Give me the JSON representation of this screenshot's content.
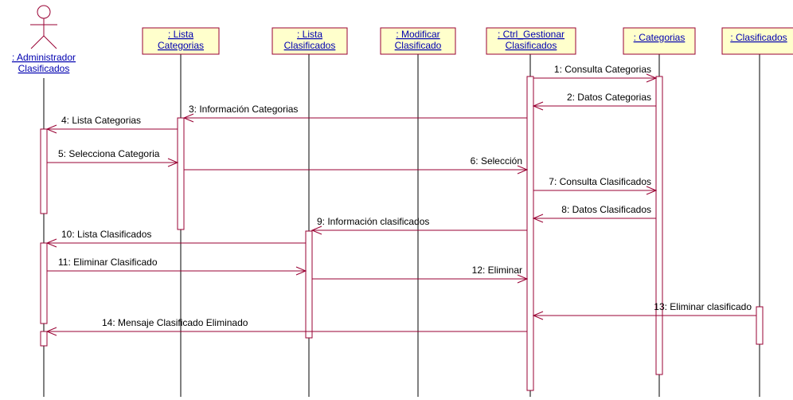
{
  "colors": {
    "object_fill": "#ffffcc",
    "object_border": "#990033",
    "object_text": "#0000b0",
    "message_line": "#990033",
    "lifeline": "#000000",
    "activation_border": "#990033"
  },
  "participants": [
    {
      "id": "administrador",
      "kind": "actor",
      "lines": [
        ": Administrador",
        "Clasificados"
      ],
      "icon": "actor-stick-figure-icon"
    },
    {
      "id": "lista-categorias",
      "kind": "object",
      "lines": [
        ": Lista",
        "Categorias"
      ]
    },
    {
      "id": "lista-clasificados",
      "kind": "object",
      "lines": [
        ": Lista",
        "Clasificados"
      ]
    },
    {
      "id": "modificar-clasificado",
      "kind": "object",
      "lines": [
        ": Modificar",
        "Clasificado"
      ]
    },
    {
      "id": "ctrl-gestionar",
      "kind": "object",
      "lines": [
        ": Ctrl_Gestionar",
        "Clasificados"
      ]
    },
    {
      "id": "categorias",
      "kind": "object",
      "lines": [
        ": Categorias"
      ]
    },
    {
      "id": "clasificados",
      "kind": "object",
      "lines": [
        ": Clasificados"
      ]
    }
  ],
  "messages": [
    {
      "n": 1,
      "label": "1: Consulta Categorias",
      "from": "ctrl-gestionar",
      "to": "categorias"
    },
    {
      "n": 2,
      "label": "2: Datos Categorias",
      "from": "categorias",
      "to": "ctrl-gestionar"
    },
    {
      "n": 3,
      "label": "3: Información Categorias",
      "from": "ctrl-gestionar",
      "to": "lista-categorias"
    },
    {
      "n": 4,
      "label": "4: Lista Categorias",
      "from": "lista-categorias",
      "to": "administrador"
    },
    {
      "n": 5,
      "label": "5: Selecciona Categoria",
      "from": "administrador",
      "to": "lista-categorias"
    },
    {
      "n": 6,
      "label": "6: Selección",
      "from": "lista-categorias",
      "to": "ctrl-gestionar"
    },
    {
      "n": 7,
      "label": "7: Consulta Clasificados",
      "from": "ctrl-gestionar",
      "to": "categorias"
    },
    {
      "n": 8,
      "label": "8: Datos Clasificados",
      "from": "categorias",
      "to": "ctrl-gestionar"
    },
    {
      "n": 9,
      "label": "9: Información clasificados",
      "from": "ctrl-gestionar",
      "to": "lista-clasificados"
    },
    {
      "n": 10,
      "label": "10: Lista Clasificados",
      "from": "lista-clasificados",
      "to": "administrador"
    },
    {
      "n": 11,
      "label": "11: Eliminar Clasificado",
      "from": "administrador",
      "to": "lista-clasificados"
    },
    {
      "n": 12,
      "label": "12: Eliminar",
      "from": "lista-clasificados",
      "to": "ctrl-gestionar"
    },
    {
      "n": 13,
      "label": "13: Eliminar clasificado",
      "from": "clasificados",
      "to": "ctrl-gestionar"
    },
    {
      "n": 14,
      "label": "14: Mensaje Clasificado Eliminado",
      "from": "ctrl-gestionar",
      "to": "administrador"
    }
  ]
}
